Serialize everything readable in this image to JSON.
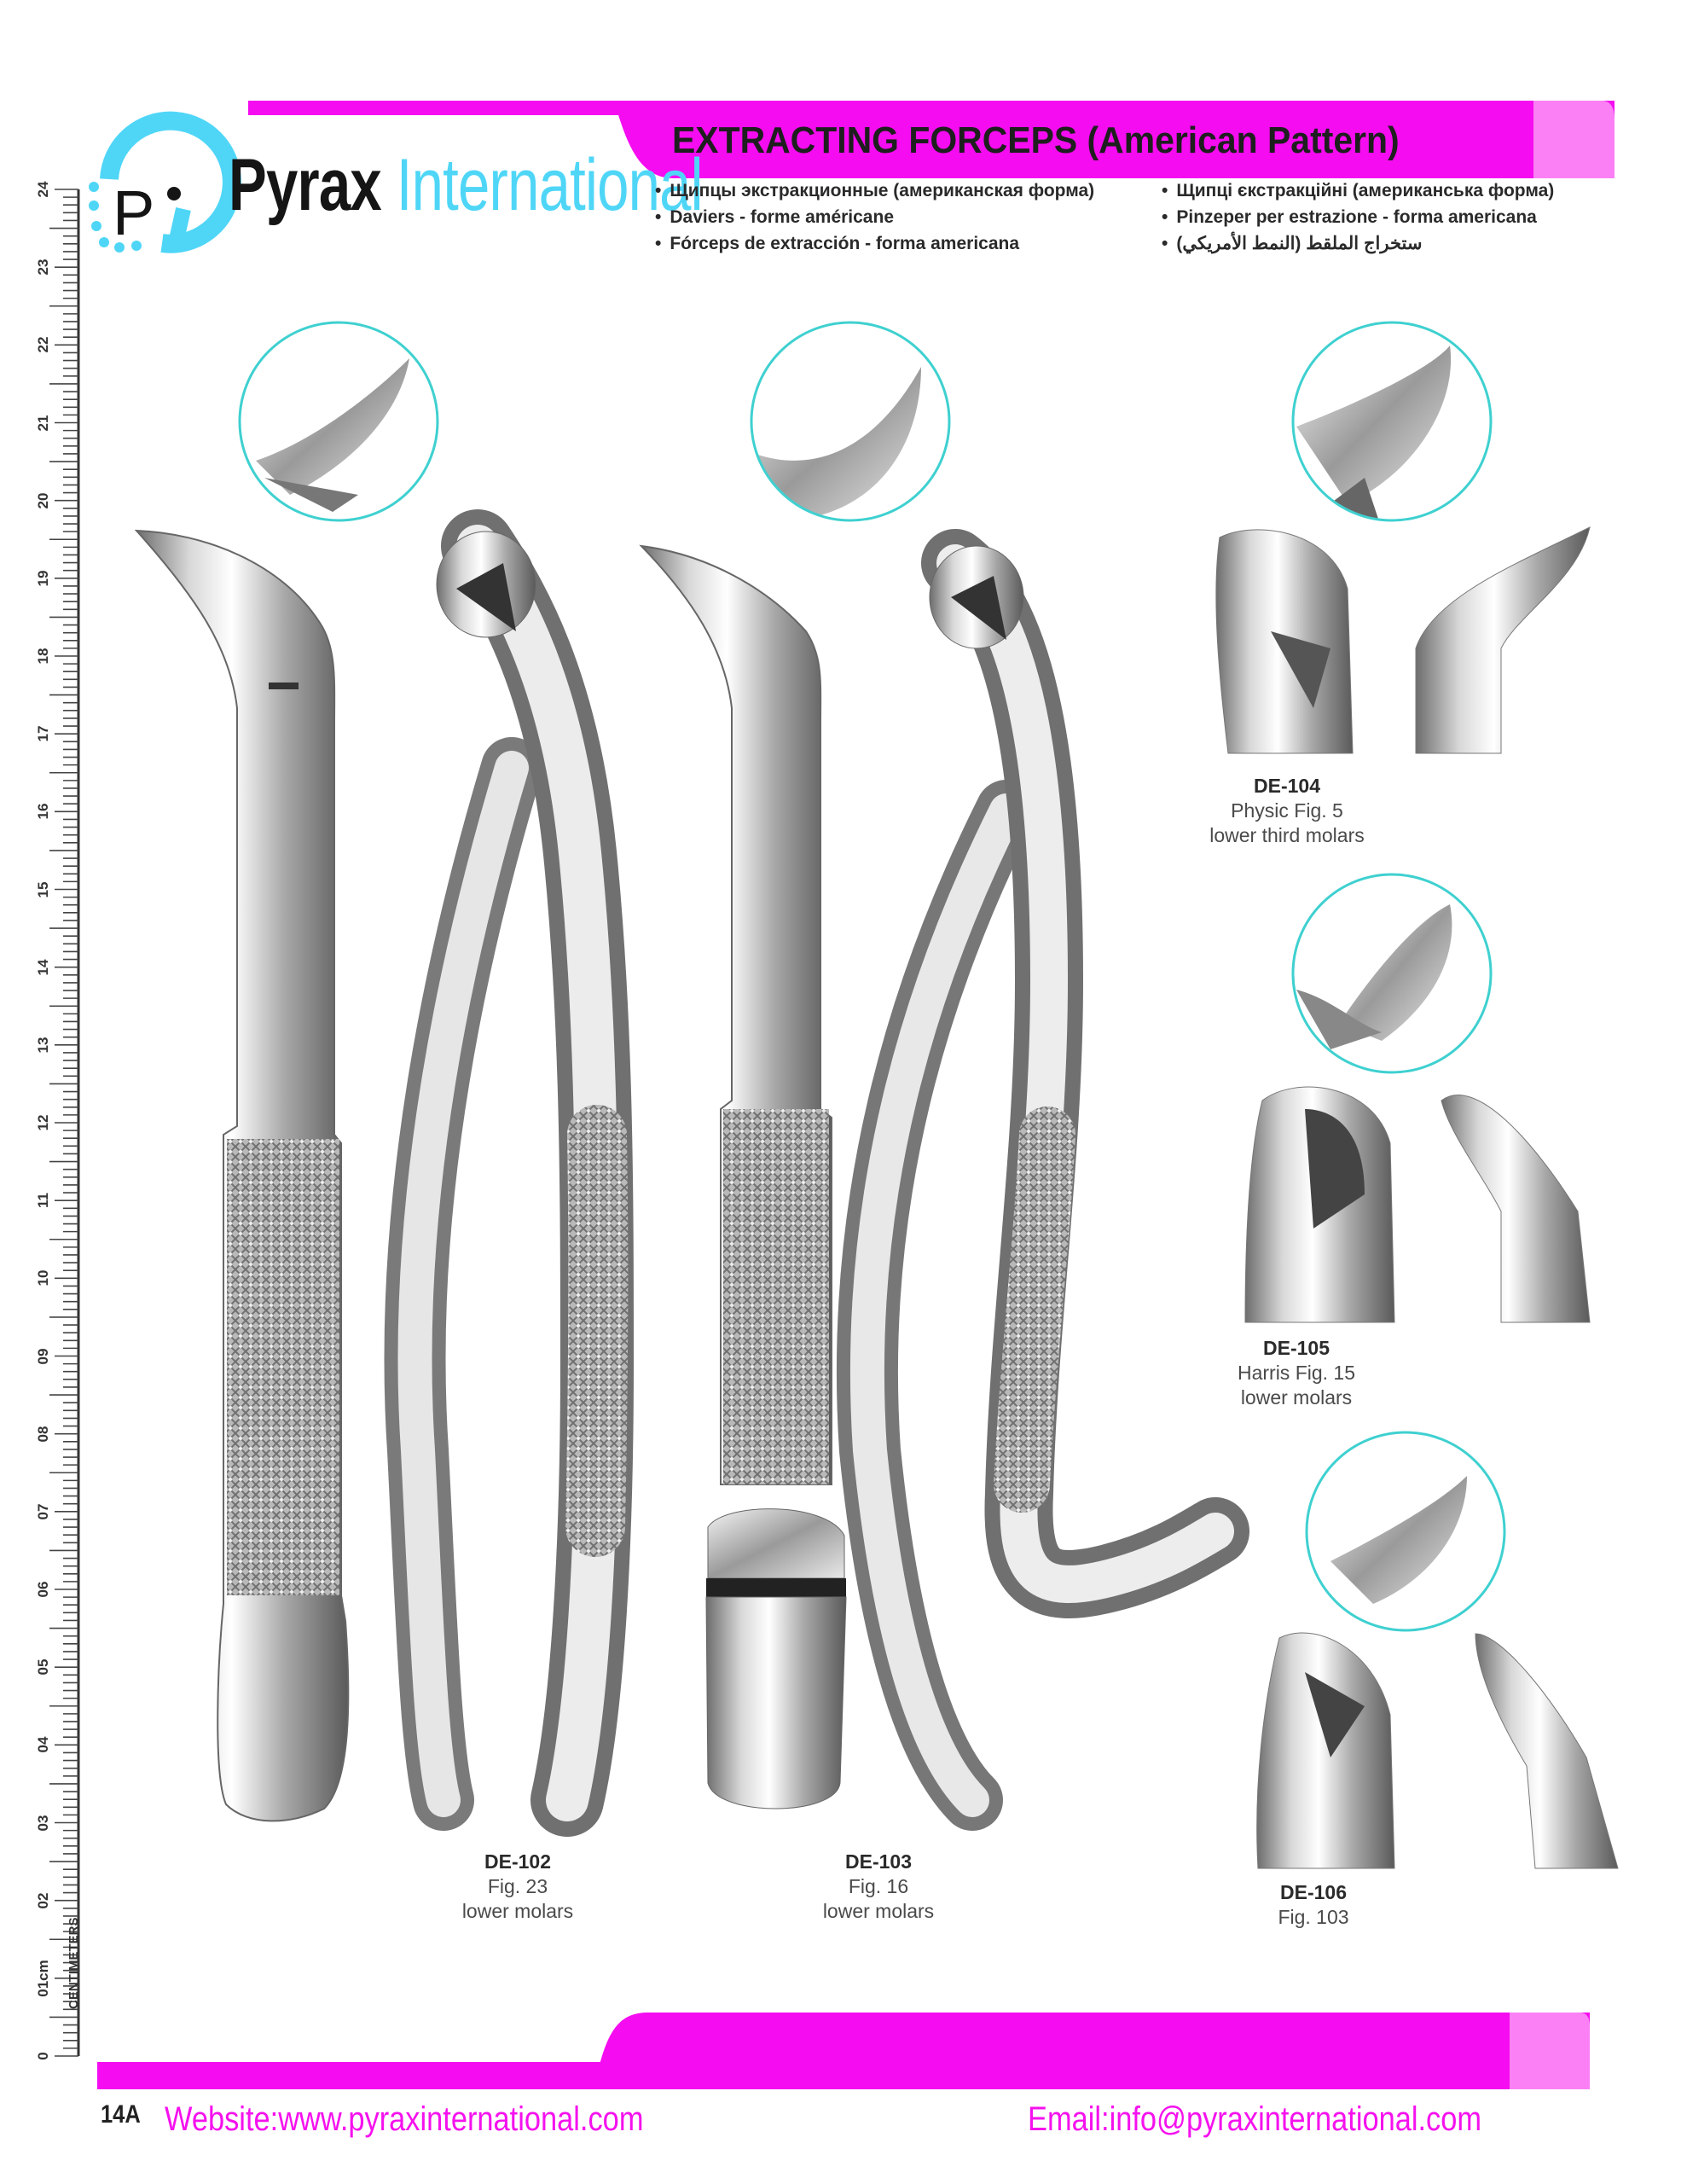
{
  "brand": {
    "name_part1": "Pyrax",
    "name_part2": "International",
    "logo_letters": "Pi"
  },
  "header": {
    "title": "EXTRACTING FORCEPS (American Pattern)",
    "translations_left": [
      "Щипцы экстракционные (американская форма)",
      "Daviers - forme américane",
      "Fórceps de extracción - forma americana"
    ],
    "translations_right": [
      "Щипці єкстракційні (американська форма)",
      "Pinzeper per estrazione - forma americana",
      "ستخراج الملقط (النمط الأمريكي)"
    ]
  },
  "products": [
    {
      "code": "DE-102",
      "name": "Fig. 23",
      "use": "lower molars"
    },
    {
      "code": "DE-103",
      "name": "Fig. 16",
      "use": "lower molars"
    },
    {
      "code": "DE-104",
      "name": "Physic Fig. 5",
      "use": "lower third molars"
    },
    {
      "code": "DE-105",
      "name": "Harris Fig. 15",
      "use": "lower molars"
    },
    {
      "code": "DE-106",
      "name": "Fig. 103",
      "use": ""
    }
  ],
  "ruler": {
    "unit_label": "CENTIMETERS",
    "labels": [
      "0",
      "01cm",
      "02",
      "03",
      "04",
      "05",
      "06",
      "07",
      "08",
      "09",
      "10",
      "11",
      "12",
      "13",
      "14",
      "15",
      "16",
      "17",
      "18",
      "19",
      "20",
      "21",
      "22",
      "23",
      "24"
    ]
  },
  "footer": {
    "page_number": "14A",
    "website": "Website:www.pyraxinternational.com",
    "email": "Email:info@pyraxinternational.com"
  },
  "colors": {
    "accent": "#f50cf0",
    "accent_light": "#fb80f5",
    "logo": "#4fd6f7",
    "circle": "#3fd0d0"
  }
}
